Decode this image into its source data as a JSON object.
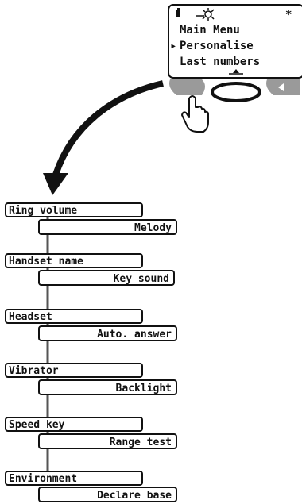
{
  "phone": {
    "screen_lines": [
      "Main Menu",
      "Personalise",
      "Last numbers"
    ],
    "selection_marker": "▸",
    "status_icons": [
      "battery-icon",
      "brightness-icon",
      "asterisk-icon"
    ]
  },
  "menu": {
    "pairs": [
      {
        "left": "Ring volume",
        "right": "Melody"
      },
      {
        "left": "Handset name",
        "right": "Key sound"
      },
      {
        "left": "Headset",
        "right": "Auto. answer"
      },
      {
        "left": "Vibrator",
        "right": "Backlight"
      },
      {
        "left": "Speed key",
        "right": "Range test"
      },
      {
        "left": "Environment",
        "right": "Declare base"
      }
    ]
  }
}
